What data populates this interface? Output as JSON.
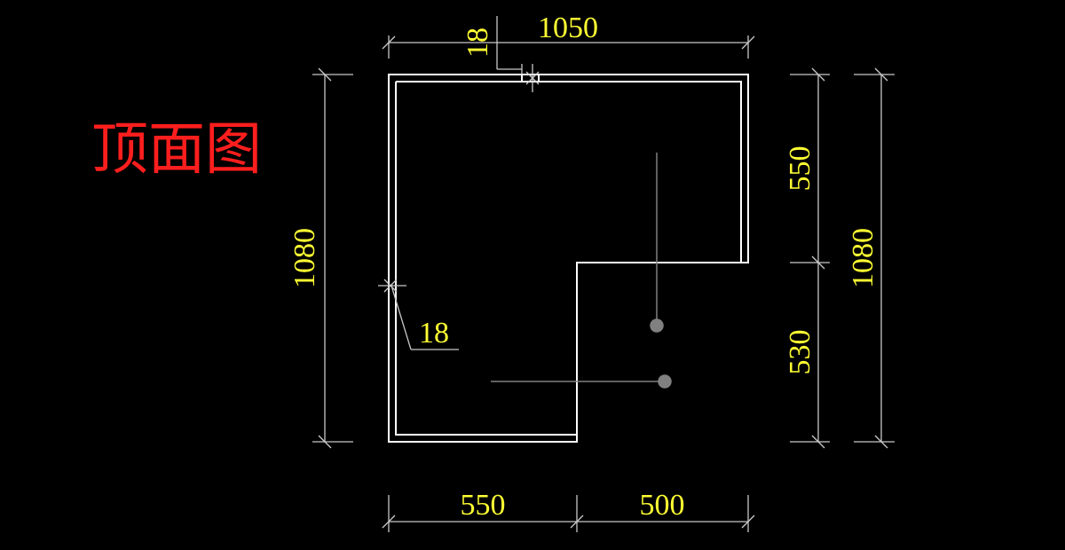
{
  "title": "顶面图",
  "dimensions": {
    "top_overall": "1050",
    "top_panel": "18",
    "left_overall": "1080",
    "left_panel": "18",
    "right_upper": "550",
    "right_lower": "530",
    "right_overall": "1080",
    "bottom_left": "550",
    "bottom_right": "500"
  },
  "colors": {
    "background": "#000000",
    "outline": "#ffffff",
    "dimension_line": "#c8c8c8",
    "dimension_text": "#ffff33",
    "title": "#ff1e1e",
    "marker": "#808080"
  }
}
